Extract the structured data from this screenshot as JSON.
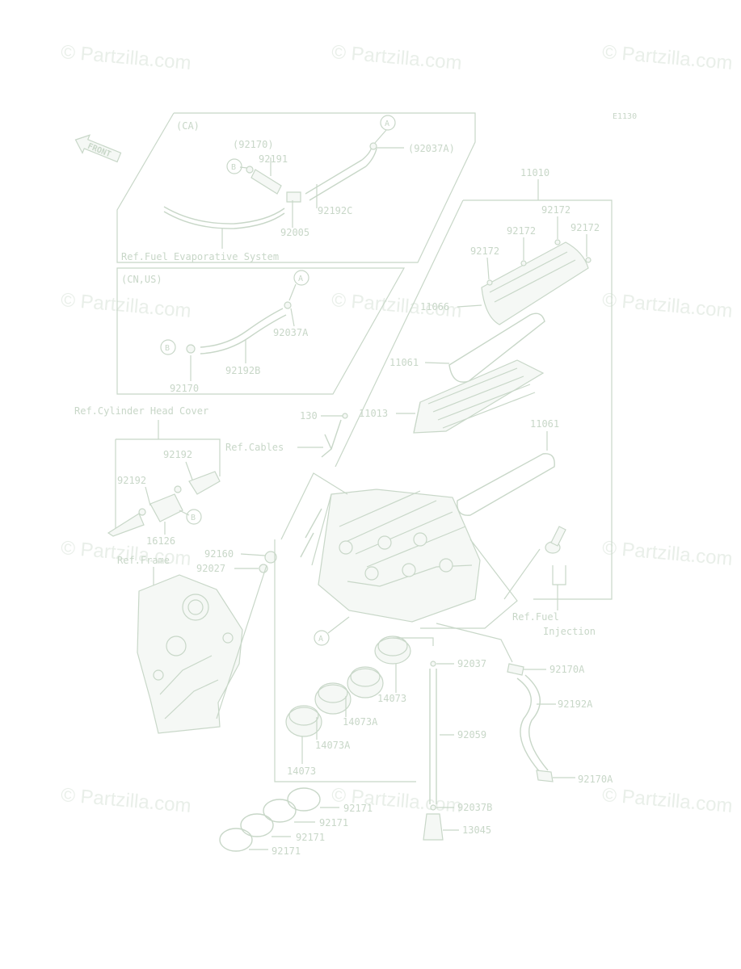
{
  "watermark": "© Partzilla.com",
  "diagram_code": "E1130",
  "front_label": "FRONT",
  "boxes": {
    "ca": {
      "title": "(CA)",
      "ref": "Ref.Fuel Evaporative System"
    },
    "cn_us": {
      "title": "(CN,US)"
    }
  },
  "refs": {
    "cylinder_head_cover": "Ref.Cylinder Head Cover",
    "cables": "Ref.Cables",
    "frame": "Ref.Frame",
    "fuel_injection_1": "Ref.Fuel",
    "fuel_injection_2": "Injection"
  },
  "markers": {
    "a": "A",
    "b": "B"
  },
  "parts": {
    "p92170_paren": "(92170)",
    "p92191": "92191",
    "p92037A_paren": "(92037A)",
    "p92192C": "92192C",
    "p92005": "92005",
    "p92037A": "92037A",
    "p92192B": "92192B",
    "p92170": "92170",
    "p11010": "11010",
    "p92172": "92172",
    "p11066": "11066",
    "p11061": "11061",
    "p130": "130",
    "p11013": "11013",
    "p92192": "92192",
    "p16126": "16126",
    "p92160": "92160",
    "p92027": "92027",
    "p92037": "92037",
    "p92170A": "92170A",
    "p14073": "14073",
    "p92192A": "92192A",
    "p14073A": "14073A",
    "p92059": "92059",
    "p92037B": "92037B",
    "p13045": "13045",
    "p92171": "92171"
  }
}
